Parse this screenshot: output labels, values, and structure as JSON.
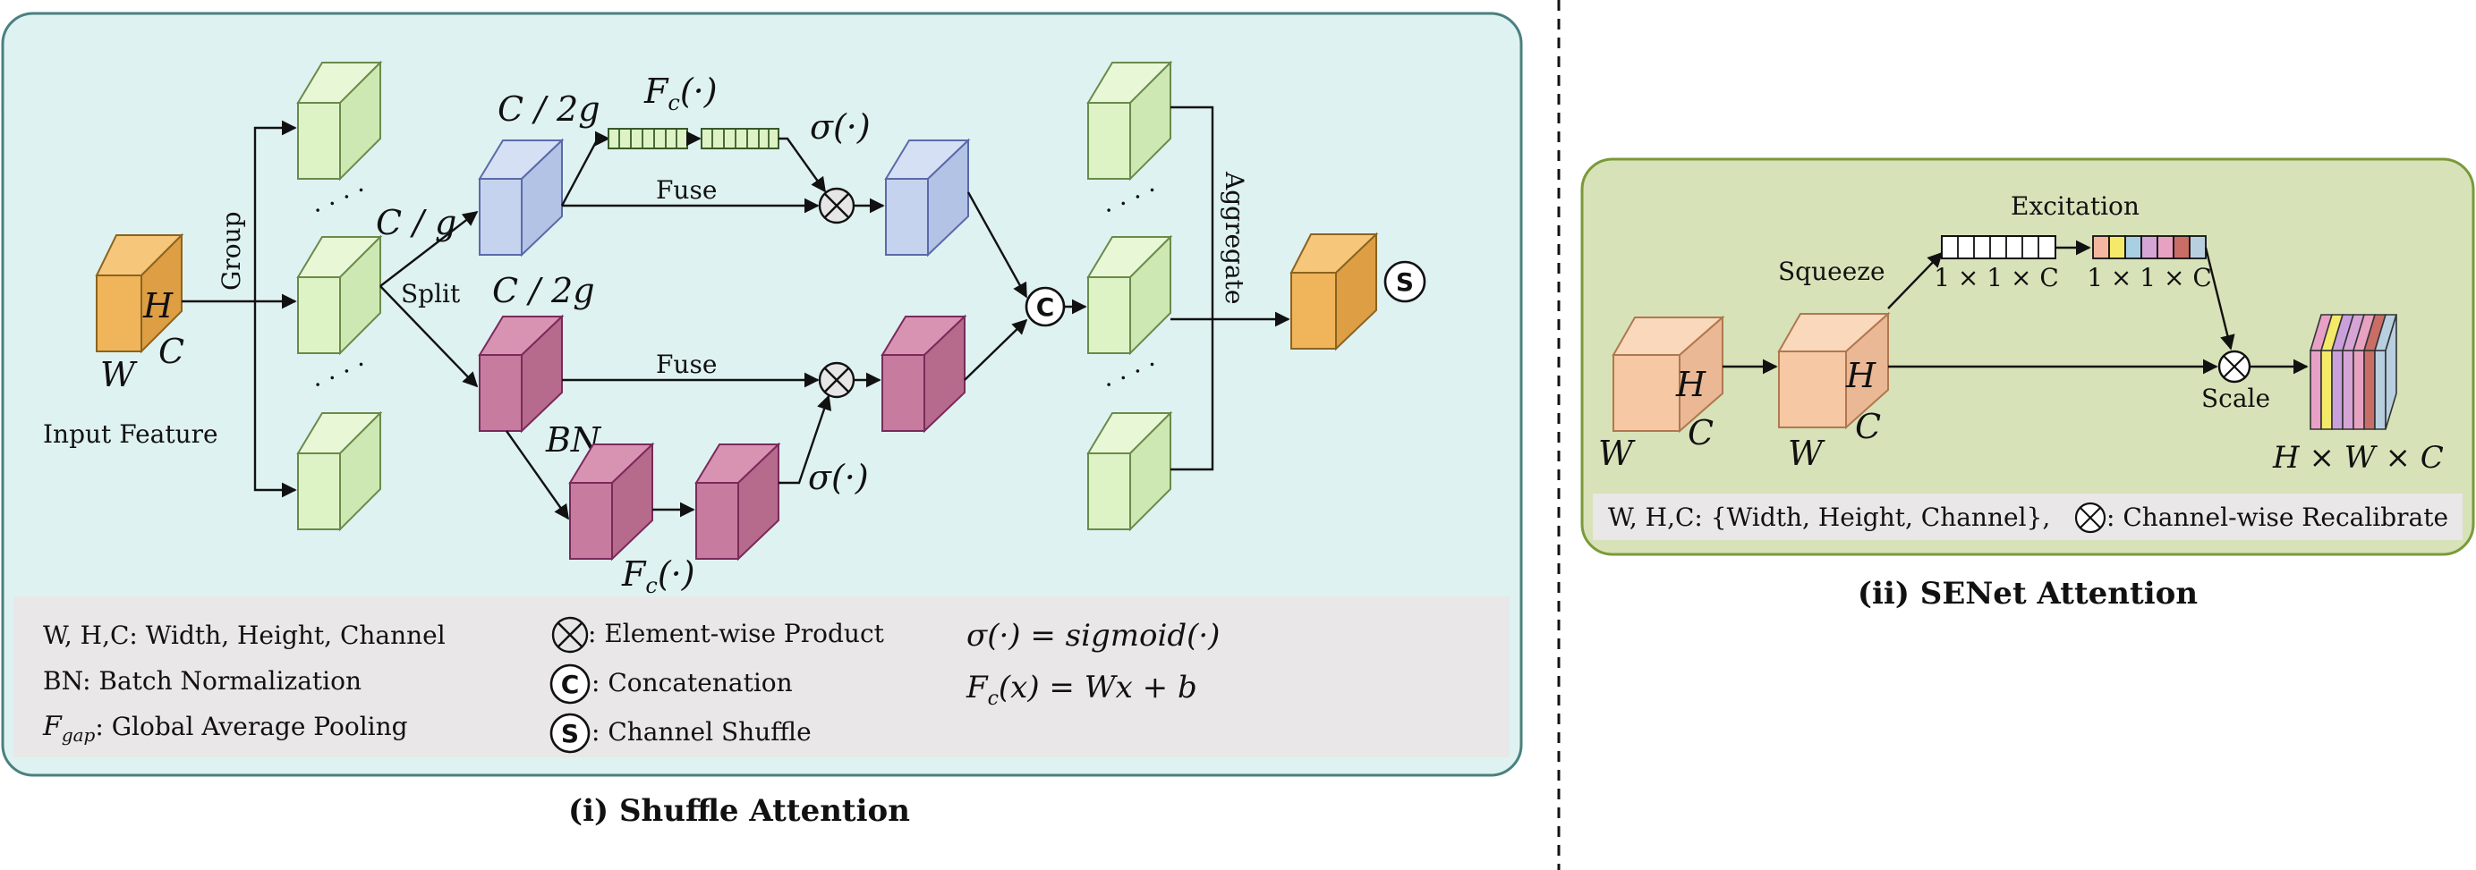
{
  "shuffle": {
    "input_H": "H",
    "input_W": "W",
    "input_C": "C",
    "input_label": "Input Feature",
    "group_label": "Group",
    "cg_label": "C / g",
    "split_label": "Split",
    "c2g_top": "C / 2g",
    "c2g_bottom": "C / 2g",
    "fc_top": "F",
    "fc_top_sub": "c",
    "fc_top_arg": "(·)",
    "sigma_top": "σ(·)",
    "fuse_top": "Fuse",
    "fuse_bottom": "Fuse",
    "bn_label": "BN",
    "sigma_bottom": "σ(·)",
    "fc_bottom": "F",
    "fc_bottom_sub": "c",
    "fc_bottom_arg": "(·)",
    "concat_symbol": "C",
    "aggregate_label": "Aggregate",
    "shuffle_symbol": "S",
    "ellipsis": "· · · ·",
    "caption": "(i) Shuffle Attention",
    "legend": {
      "whc": "W, H,C: Width, Height, Channel",
      "bn": "BN: Batch Normalization",
      "fgap_symbol": "F",
      "fgap_sub": "gap",
      "fgap_text": ": Global Average Pooling",
      "product": ": Element-wise Product",
      "concat": ": Concatenation",
      "shuffle": ": Channel Shuffle",
      "sigma_def": "σ(·) = sigmoid(·)",
      "fc_def": "F",
      "fc_def_sub": "c",
      "fc_def_rest": "(x) = Wx + b"
    }
  },
  "senet": {
    "input_H": "H",
    "input_W": "W",
    "input_C": "C",
    "squeeze_label": "Squeeze",
    "excitation_label": "Excitation",
    "sq_dims": "1 × 1 × C",
    "ex_dims": "1 × 1 × C",
    "mid_H": "H",
    "mid_W": "W",
    "mid_C": "C",
    "scale_label": "Scale",
    "output_dims": "H × W × C",
    "legend_whc": "W, H,C: {Width, Height, Channel},",
    "legend_recal": ": Channel-wise Recalibrate",
    "caption": "(ii) SENet Attention",
    "ex_colors": [
      "#f4b6a0",
      "#f5e96a",
      "#a9cfe3",
      "#d6a5d6",
      "#e8a2c1",
      "#c96e66",
      "#b8cfe0"
    ],
    "slab_colors": [
      "#e8a0c6",
      "#f5e96a",
      "#c9a0dc",
      "#d6a5d6",
      "#e8a2c1",
      "#c96e66",
      "#b8cfe0"
    ]
  },
  "colors": {
    "panel_i_bg": "#dff2f2",
    "panel_i_border": "#4a8080",
    "panel_ii_bg": "#d8e2b8",
    "panel_ii_border": "#7a9a3a",
    "legend_bg": "#e9e7e7",
    "orange": "#f0b45a",
    "green": "#ddf3c6",
    "blue": "#c5d3ef",
    "magenta": "#c77b9e",
    "peach": "#f6c8a4"
  }
}
